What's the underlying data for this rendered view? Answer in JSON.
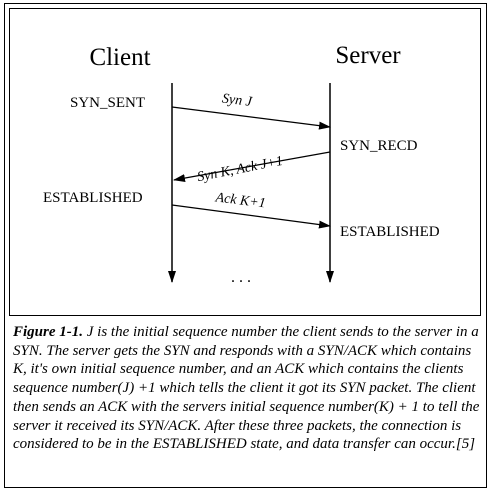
{
  "diagram": {
    "client_heading": "Client",
    "server_heading": "Server",
    "client_states": [
      "SYN_SENT",
      "ESTABLISHED"
    ],
    "server_states": [
      "SYN_RECD",
      "ESTABLISHED"
    ],
    "messages": [
      "Syn J",
      "Syn K, Ack J+1",
      "Ack K+1"
    ],
    "continuation": ". . ."
  },
  "caption": {
    "figure_label": "Figure 1-1.",
    "text": " J is the initial sequence number the client sends to the server in a SYN. The server gets the SYN and responds with a SYN/ACK which contains K, it's own initial sequence number, and an ACK which contains the clients sequence number(J) +1 which tells the client it got its SYN packet. The client then sends an ACK with the servers initial sequence number(K) + 1 to tell the server it received its SYN/ACK. After these three packets, the connection is considered to be in the ESTABLISHED state, and data transfer can occur.[5]"
  }
}
